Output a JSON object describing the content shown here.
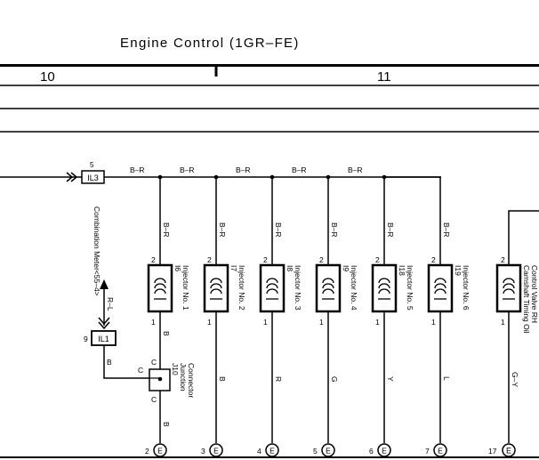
{
  "title": "Engine Control (1GR–FE)",
  "sections": [
    "10",
    "11"
  ],
  "feed_connector": {
    "pin": "5",
    "id": "IL3"
  },
  "wire_color_top": "B–R",
  "combination_meter": "Combination Meter<55–4>",
  "meter_wire": "R–L",
  "junction_plug": {
    "pin": "9",
    "id": "IL1"
  },
  "junction_wire_out": "B",
  "junction": {
    "id": "J10",
    "name_line1": "Junction",
    "name_line2": "Connector",
    "pin_label": "C",
    "wire_below": "B"
  },
  "injectors": [
    {
      "id": "I6",
      "name": "Injector No. 1",
      "pin_top": "2",
      "pin_bottom": "1",
      "wire_top": "B–R",
      "wire_bottom": "B",
      "ground_pin": "2",
      "ground_mark": "E"
    },
    {
      "id": "I7",
      "name": "Injector No. 2",
      "pin_top": "2",
      "pin_bottom": "1",
      "wire_top": "B–R",
      "wire_bottom": "B",
      "ground_pin": "3",
      "ground_mark": "E"
    },
    {
      "id": "I8",
      "name": "Injector No. 3",
      "pin_top": "2",
      "pin_bottom": "1",
      "wire_top": "B–R",
      "wire_bottom": "R",
      "ground_pin": "4",
      "ground_mark": "E"
    },
    {
      "id": "I9",
      "name": "Injector No. 4",
      "pin_top": "2",
      "pin_bottom": "1",
      "wire_top": "B–R",
      "wire_bottom": "G",
      "ground_pin": "5",
      "ground_mark": "E"
    },
    {
      "id": "I18",
      "name": "Injector No. 5",
      "pin_top": "2",
      "pin_bottom": "1",
      "wire_top": "B–R",
      "wire_bottom": "Y",
      "ground_pin": "6",
      "ground_mark": "E"
    },
    {
      "id": "I19",
      "name": "Injector No. 6",
      "pin_top": "2",
      "pin_bottom": "1",
      "wire_top": "B–R",
      "wire_bottom": "L",
      "ground_pin": "7",
      "ground_mark": "E"
    }
  ],
  "camshaft_valve": {
    "name_line1": "Camshaft Timing Oil",
    "name_line2": "Control Valve RH",
    "pin_top": "2",
    "pin_bottom": "1",
    "wire_bottom": "G–Y",
    "ground_pin": "17",
    "ground_mark": "E"
  }
}
